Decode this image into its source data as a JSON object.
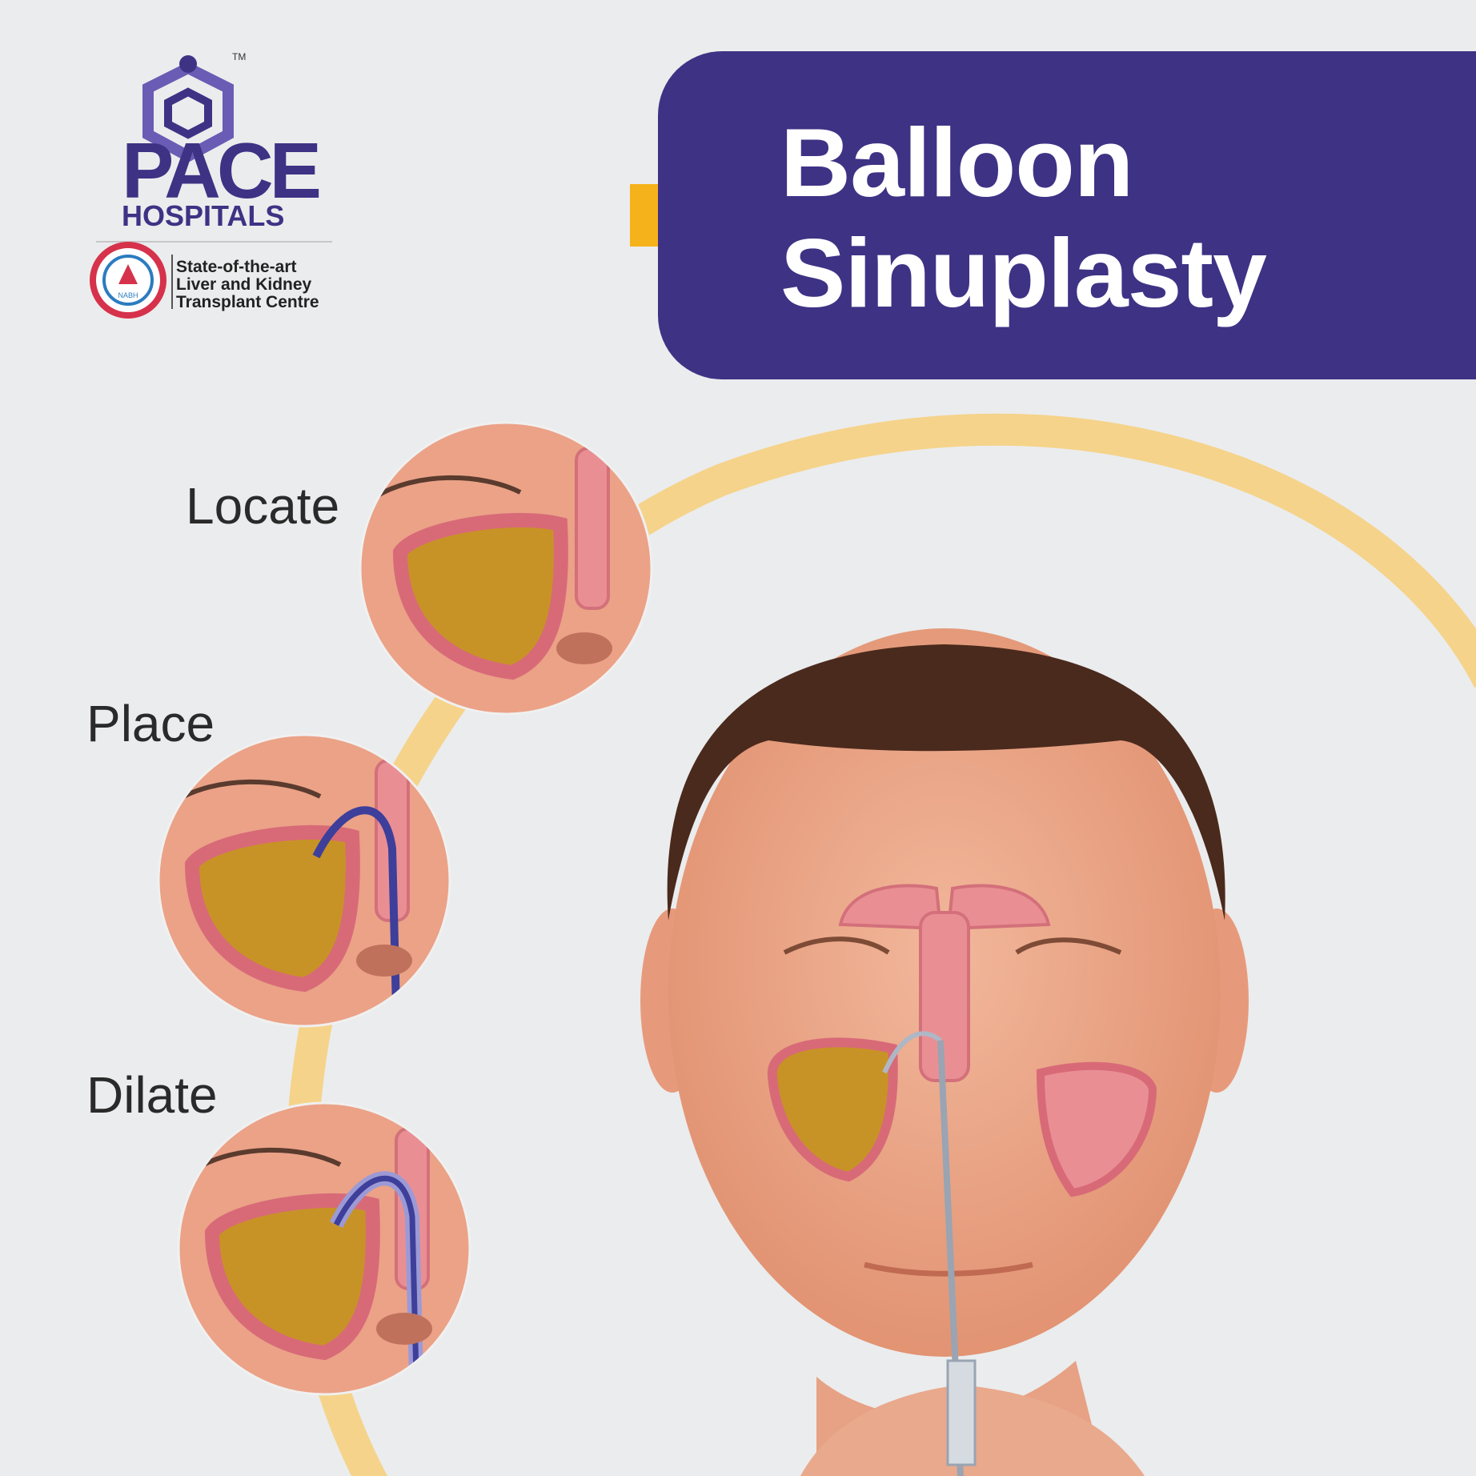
{
  "title": {
    "line1": "Balloon",
    "line2": "Sinuplasty"
  },
  "logo": {
    "brand": "PACE",
    "sub": "HOSPITALS",
    "trademark": "TM",
    "seal_text": "NABH",
    "tagline": [
      "State-of-the-art",
      "Liver and Kidney",
      "Transplant Centre"
    ]
  },
  "steps": [
    {
      "label": "Locate"
    },
    {
      "label": "Place"
    },
    {
      "label": "Dilate"
    }
  ],
  "colors": {
    "background": "#ebeced",
    "title_bg": "#3e3285",
    "accent": "#f6b21a",
    "arc": "#f5d38a",
    "brand": "#3e3285"
  }
}
